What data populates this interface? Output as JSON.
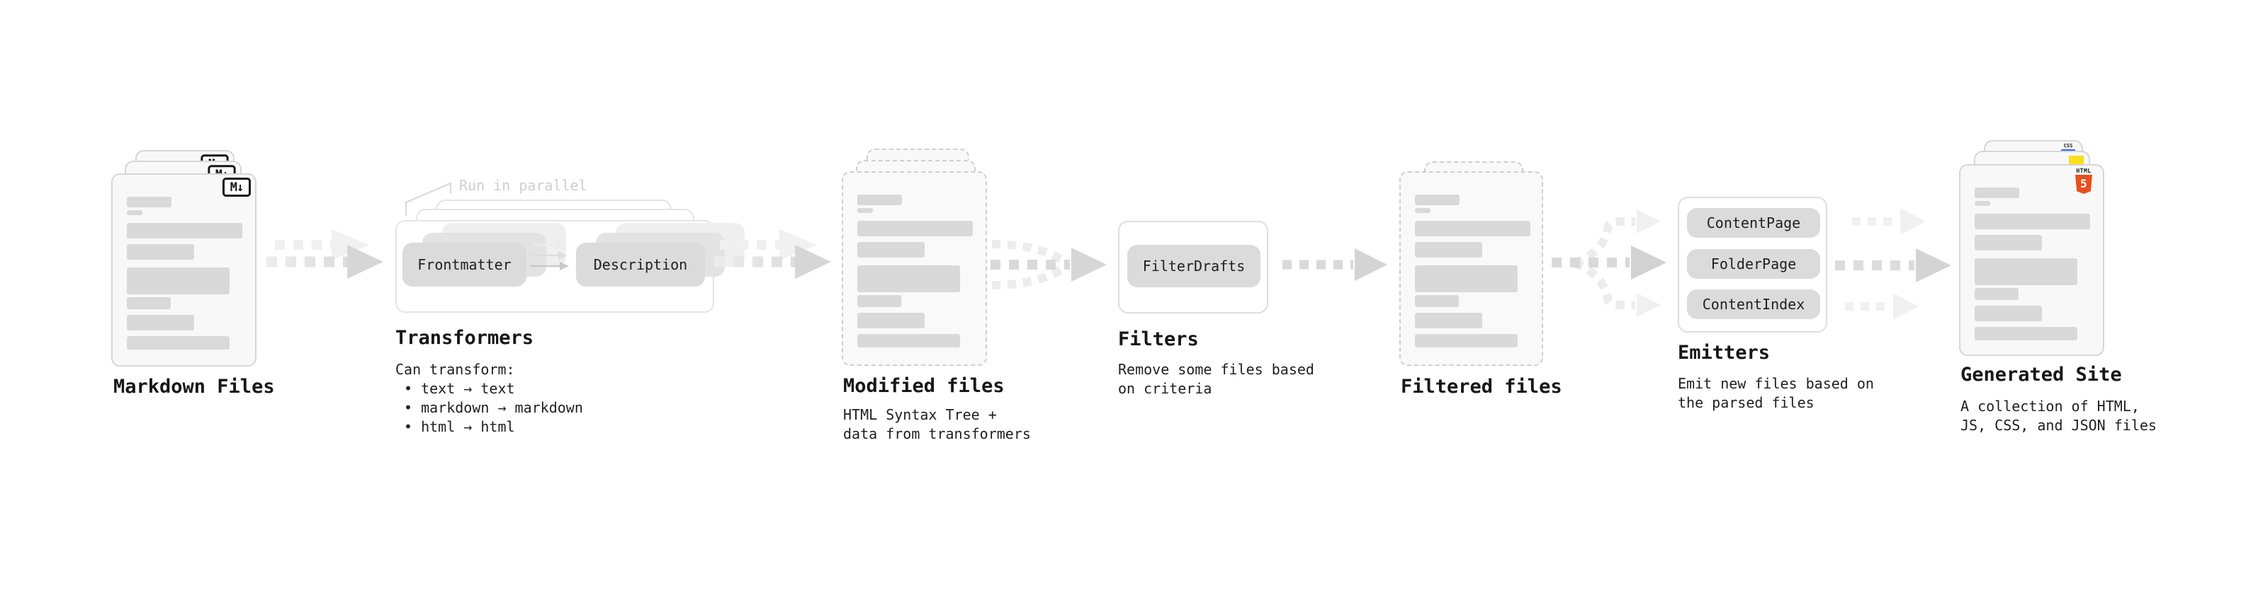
{
  "stages": {
    "markdown": {
      "title": "Markdown Files"
    },
    "transformers": {
      "title": "Transformers",
      "parallel_label": "Run in parallel",
      "box_left": "Frontmatter",
      "box_right": "Description",
      "note_heading": "Can transform:",
      "bullets": [
        "• text → text",
        "• markdown → markdown",
        "• html → html"
      ]
    },
    "modified": {
      "title": "Modified files",
      "desc1": "HTML Syntax Tree +",
      "desc2": "data from transformers"
    },
    "filters": {
      "title": "Filters",
      "box": "FilterDrafts",
      "desc1": "Remove some files based",
      "desc2": "on criteria"
    },
    "filtered": {
      "title": "Filtered files"
    },
    "emitters": {
      "title": "Emitters",
      "boxes": [
        "ContentPage",
        "FolderPage",
        "ContentIndex"
      ],
      "desc1": "Emit new files based on",
      "desc2": "the parsed files"
    },
    "generated": {
      "title": "Generated Site",
      "desc1": "A collection of HTML,",
      "desc2": "JS, CSS, and JSON files"
    }
  },
  "badges": {
    "markdown_logo": "M↓",
    "html_word": "HTML",
    "html_number": "5",
    "css_word": "CSS"
  },
  "colors": {
    "html5_orange": "#e8501e",
    "js_yellow": "#f7df1e",
    "css_blue": "#2b6bf3",
    "bar_gray": "#d9d9d9"
  }
}
